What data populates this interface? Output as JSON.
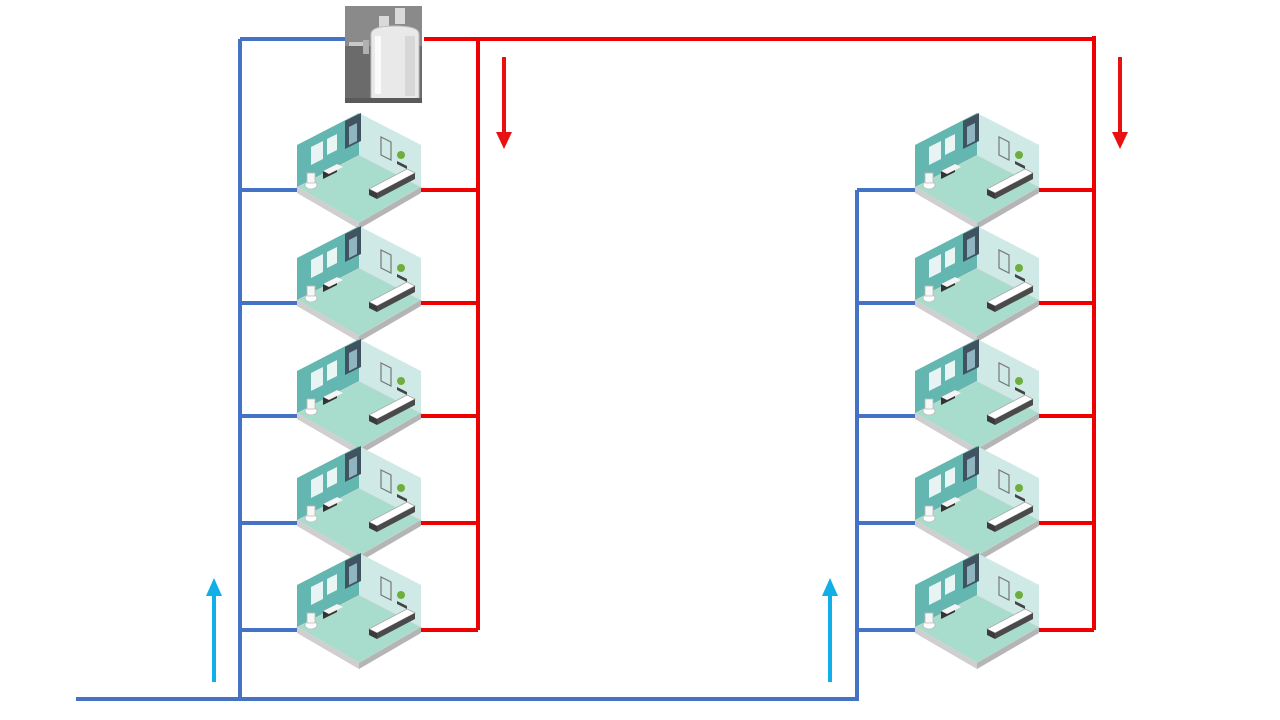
{
  "diagram": {
    "description_free": true,
    "colors": {
      "hot_pipe": "#ee0000",
      "cold_pipe": "#4472c4",
      "flow_arrow_hot": "#e81010",
      "flow_arrow_cold": "#12aee8",
      "room_wall": "#5fb3ad",
      "room_floor": "#a8dccc",
      "room_dark": "#3d3d3d",
      "heater_body": "#e8e8e8",
      "heater_bg": "#6b6b6b"
    },
    "icons": {
      "heater": "water-heater-icon",
      "room": "bathroom-isometric-icon"
    },
    "risers": [
      {
        "name": "left",
        "rooms": 5
      },
      {
        "name": "right",
        "rooms": 5
      }
    ],
    "flow_arrows": {
      "hot": [
        "down",
        "down"
      ],
      "cold": [
        "up",
        "up"
      ]
    }
  }
}
